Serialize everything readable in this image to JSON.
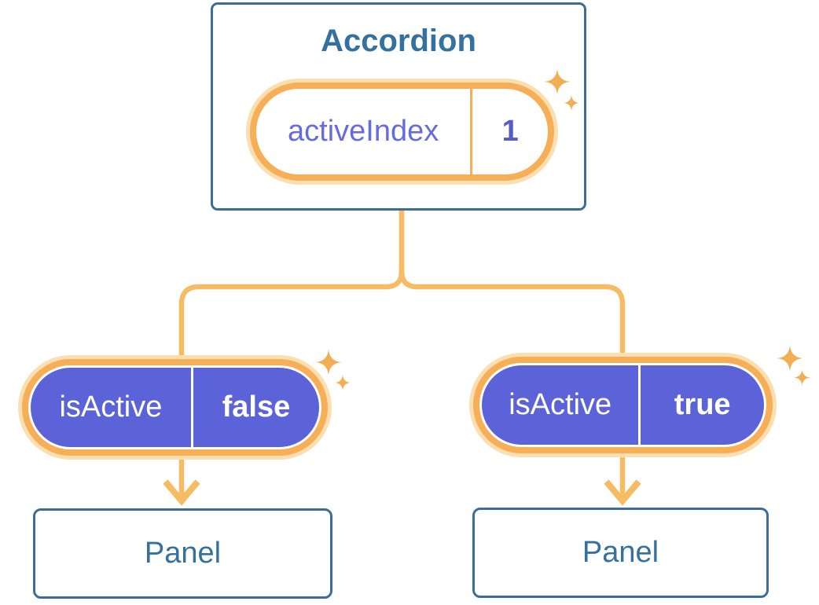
{
  "colors": {
    "blue-text": "#35719E",
    "blue-border": "#3A6D97",
    "ring": "#F6AE57",
    "halo": "#FBDFB1",
    "connector": "#F6BC63",
    "sparkle": "#F2AE54",
    "indigo": "#5C63D8",
    "purple": "#666CDE",
    "value-blue": "#555CC8"
  },
  "icons": {
    "sparkle": "four-point-star",
    "arrow": "arrow-down"
  },
  "accordion": {
    "title": "Accordion",
    "state": {
      "name": "activeIndex",
      "value": "1"
    }
  },
  "panels": [
    {
      "prop_name": "isActive",
      "prop_value": "false",
      "label": "Panel"
    },
    {
      "prop_name": "isActive",
      "prop_value": "true",
      "label": "Panel"
    }
  ]
}
